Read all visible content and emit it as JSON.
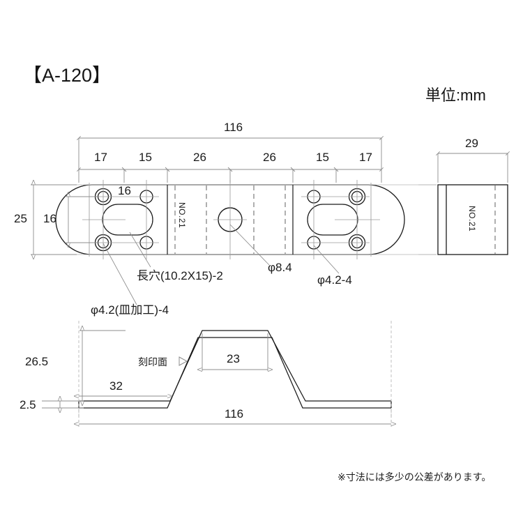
{
  "page": {
    "title": "【A-120】",
    "unit_label": "単位:mm",
    "footnote": "※寸法には多少の公差があります。",
    "line_color": "#1a1a1a",
    "dim_color": "#8c8c8c",
    "background": "#ffffff"
  },
  "plan_view": {
    "name": "top-plan-view",
    "overall_width_label": "116",
    "segments": [
      "17",
      "15",
      "26",
      "26",
      "15",
      "17"
    ],
    "height_label": "25",
    "inner_height_label": "16",
    "hole_pitch_label": "16",
    "part_number": "NO.21"
  },
  "end_view": {
    "name": "right-end-view",
    "width_label": "29",
    "part_number": "NO.21"
  },
  "elevation_view": {
    "name": "bottom-elevation-view",
    "overall_length_label": "116",
    "height_label": "26.5",
    "thickness_label": "2.5",
    "foot_length_label": "32",
    "top_flat_label": "23",
    "stamp_face_label": "刻印面"
  },
  "callouts": {
    "slot": "長穴(10.2X15)-2",
    "center_hole": "φ8.4",
    "plain_holes": "φ4.2-4",
    "countersunk_holes": "φ4.2(皿加工)-4"
  }
}
